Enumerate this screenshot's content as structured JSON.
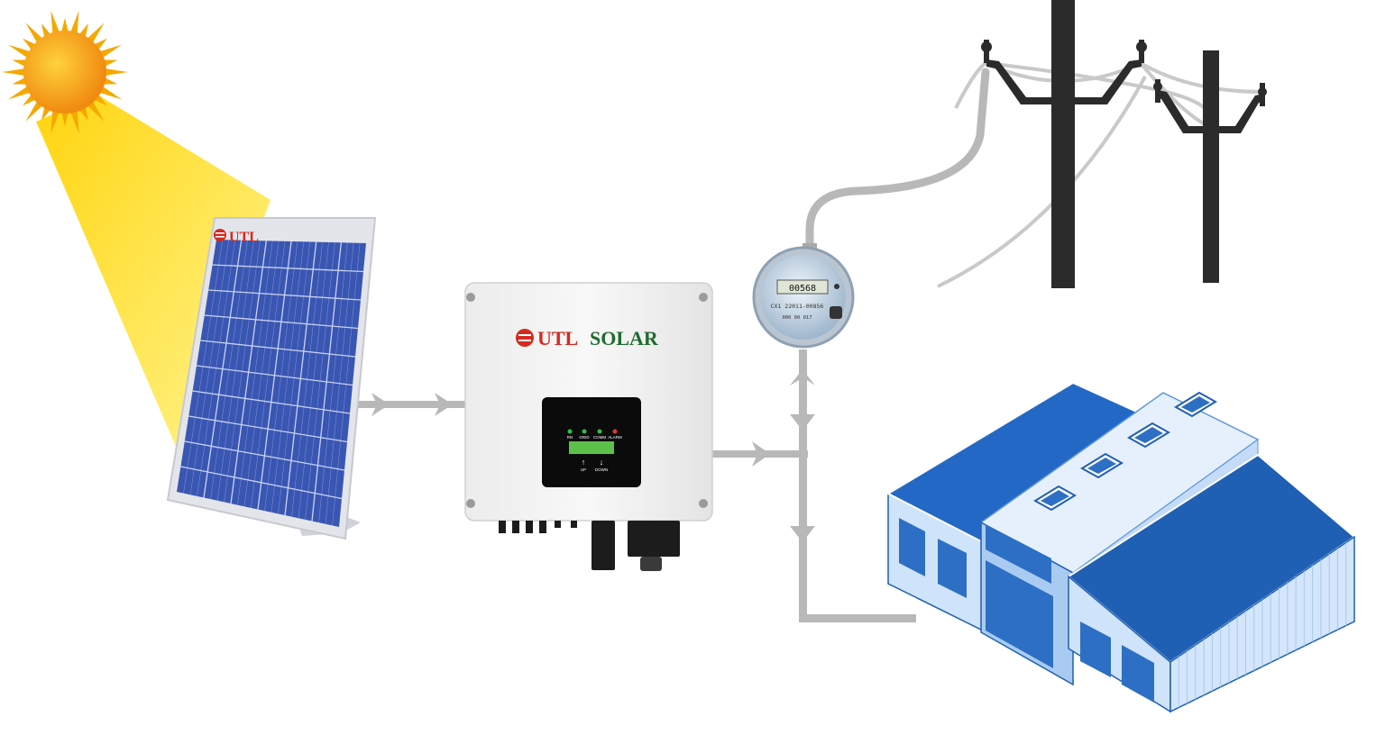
{
  "diagram": {
    "title": "Grid-tied solar power system",
    "colors": {
      "sun_core": "#f7a51c",
      "sun_ray": "#f5b400",
      "sunbeam": "#ffe600",
      "panel_cell": "#2f4aa8",
      "panel_frame": "#d9dbe0",
      "brand_red": "#d42a1f",
      "brand_green": "#1f6b2e",
      "wire": "#b8b8b8",
      "pole": "#2b2b2b",
      "roof": "#1f5fb4",
      "wall": "#d4e6fb",
      "door": "#2d6fc4"
    }
  },
  "solar_panel": {
    "brand": "UTL",
    "icon": "utl-logo-icon"
  },
  "inverter": {
    "brand_part1": "UTL",
    "brand_part2": "SOLAR",
    "icon": "utl-logo-icon",
    "leds": [
      {
        "label": "RN",
        "color": "#2fbf4a"
      },
      {
        "label": "GRID",
        "color": "#2fbf4a"
      },
      {
        "label": "COMM",
        "color": "#2fbf4a"
      },
      {
        "label": "ALARM",
        "color": "#e23b2e"
      }
    ],
    "buttons": [
      {
        "label": "UP",
        "arrow": "↑"
      },
      {
        "label": "DOWN",
        "arrow": "↓"
      }
    ]
  },
  "energy_meter": {
    "reading": "00568",
    "serial": "CX1 22011-00856",
    "small_code": "000 00 017"
  }
}
